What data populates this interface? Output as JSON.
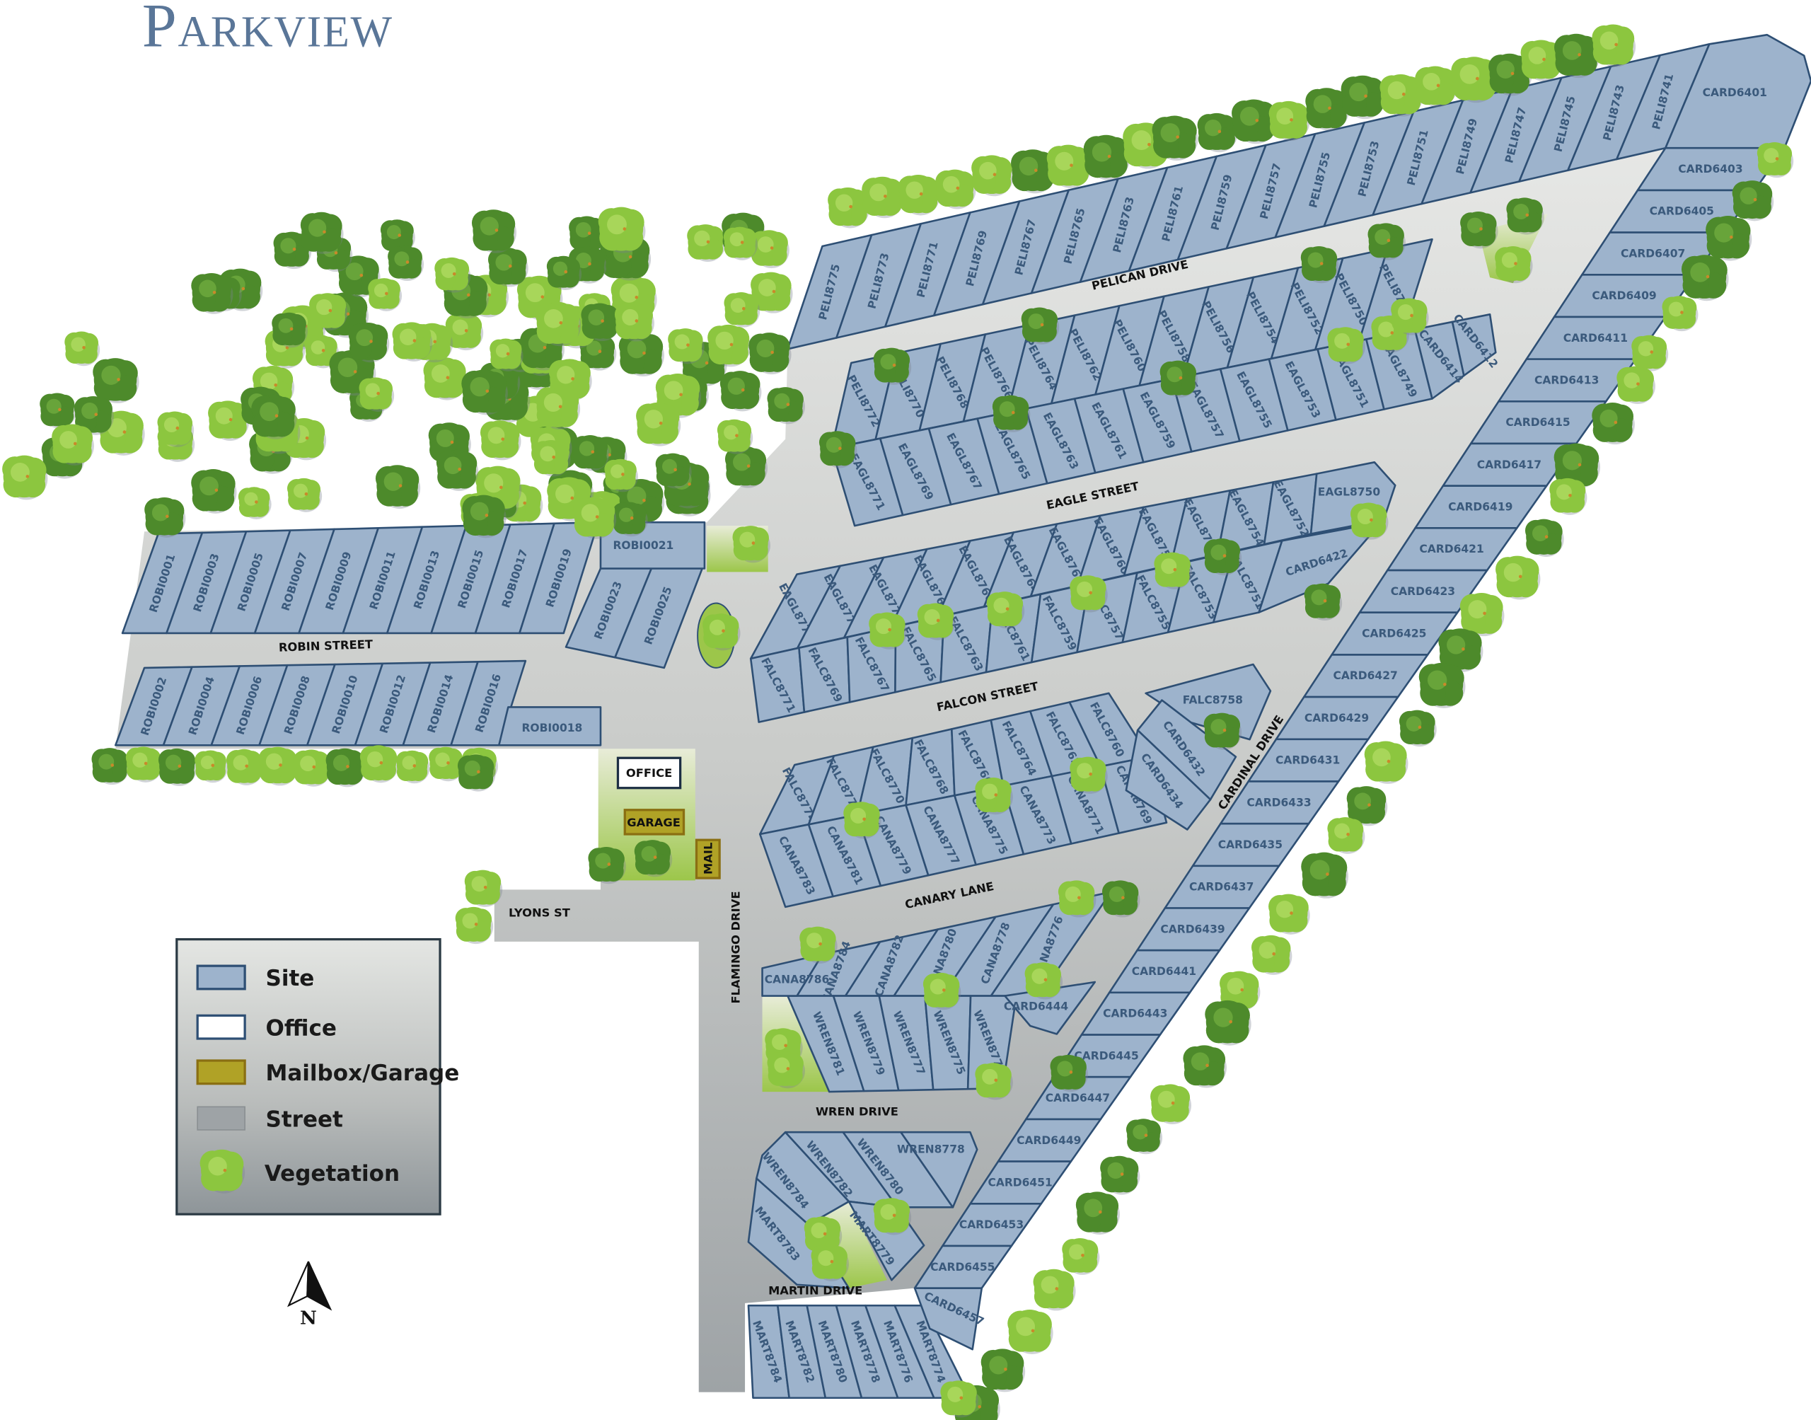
{
  "title": "Parkview",
  "colors": {
    "site": "#9db3cc",
    "site_outline": "#2e4f74",
    "office": "#ffffff",
    "mailbox_garage": "#b0a226",
    "street": "#c8cac8",
    "vegetation_light": "#8cc63f",
    "vegetation_dark": "#4d8a2b",
    "title": "#5a7698"
  },
  "legend": {
    "items": [
      {
        "label": "Site",
        "icon": "site-swatch",
        "color": "#9db3cc"
      },
      {
        "label": "Office",
        "icon": "office-swatch",
        "color": "#ffffff"
      },
      {
        "label": "Mailbox/Garage",
        "icon": "mailbox-garage-swatch",
        "color": "#b0a226"
      },
      {
        "label": "Street",
        "icon": "street-swatch",
        "color": "#9ea3a6"
      },
      {
        "label": "Vegetation",
        "icon": "tree-icon",
        "color": "#8cc63f"
      }
    ]
  },
  "compass": {
    "label": "N",
    "icon": "north-arrow-icon"
  },
  "streets": {
    "pelican": "PELICAN DRIVE",
    "eagle": "EAGLE STREET",
    "falcon": "FALCON STREET",
    "canary": "CANARY LANE",
    "robin": "ROBIN STREET",
    "lyons": "LYONS ST",
    "flamingo": "FLAMINGO DRIVE",
    "cardinal": "CARDINAL DRIVE",
    "wren": "WREN DRIVE",
    "martin": "MARTIN DRIVE"
  },
  "facilities": {
    "office": "OFFICE",
    "garage": "GARAGE",
    "mail": "MAIL"
  },
  "rows": {
    "peli_n": [
      "PELI8775",
      "PELI8773",
      "PELI8771",
      "PELI8769",
      "PELI8767",
      "PELI8765",
      "PELI8763",
      "PELI8761",
      "PELI8759",
      "PELI8757",
      "PELI8755",
      "PELI8753",
      "PELI8751",
      "PELI8749",
      "PELI8747",
      "PELI8745",
      "PELI8743",
      "PELI8741"
    ],
    "peli_s": [
      "PELI8772",
      "PELI8770",
      "PELI8768",
      "PELI8766",
      "PELI8764",
      "PELI8762",
      "PELI8760",
      "PELI8758",
      "PELI8756",
      "PELI8754",
      "PELI8752",
      "PELI8750",
      "PELI8748"
    ],
    "eagl_n": [
      "EAGL8771",
      "EAGL8769",
      "EAGL8767",
      "EAGL8765",
      "EAGL8763",
      "EAGL8761",
      "EAGL8759",
      "EAGL8757",
      "EAGL8755",
      "EAGL8753",
      "EAGL8751",
      "EAGL8749"
    ],
    "card_sm": [
      "CARD6414",
      "CARD6412"
    ],
    "eagl_s": [
      "EAGL8774",
      "EAGL8772",
      "EAGL8770",
      "EAGL8768",
      "EAGL8766",
      "EAGL8764",
      "EAGL8762",
      "EAGL8760",
      "EAGL8758",
      "EAGL8756",
      "EAGL8754",
      "EAGL8752"
    ],
    "falc_n": [
      "FALC8771",
      "FALC8769",
      "FALC8767",
      "FALC8765",
      "FALC8763",
      "FALC8761",
      "FALC8759",
      "FALC8757",
      "FALC8755",
      "FALC8753",
      "FALC8751"
    ],
    "falc_s": [
      "FALC8774",
      "FALC8772",
      "FALC8770",
      "FALC8768",
      "FALC8766",
      "FALC8764",
      "FALC8762",
      "FALC8760"
    ],
    "cana_n": [
      "CANA8783",
      "CANA8781",
      "CANA8779",
      "CANA8777",
      "CANA8775",
      "CANA8773",
      "CANA8771",
      "CANA8769"
    ],
    "cana_s": [
      "CANA8784",
      "CANA8782",
      "CANA8780",
      "CANA8778",
      "CANA8776"
    ],
    "wren_n": [
      "WREN8781",
      "WREN8779",
      "WREN8777",
      "WREN8775",
      "WREN8773"
    ],
    "mart_s": [
      "MART8784",
      "MART8782",
      "MART8780",
      "MART8778",
      "MART8776",
      "MART8774"
    ],
    "robi_n": [
      "ROBI0001",
      "ROBI0003",
      "ROBI0005",
      "ROBI0007",
      "ROBI0009",
      "ROBI0011",
      "ROBI0013",
      "ROBI0015",
      "ROBI0017",
      "ROBI0019"
    ],
    "robi_23": [
      "ROBI0023",
      "ROBI0025"
    ],
    "robi_s": [
      "ROBI0002",
      "ROBI0004",
      "ROBI0006",
      "ROBI0008",
      "ROBI0010",
      "ROBI0012",
      "ROBI0014",
      "ROBI0016"
    ],
    "card": [
      "CARD6403",
      "CARD6405",
      "CARD6407",
      "CARD6409",
      "CARD6411",
      "CARD6413",
      "CARD6415",
      "CARD6417",
      "CARD6419",
      "CARD6421",
      "CARD6423",
      "CARD6425",
      "CARD6427",
      "CARD6429",
      "CARD6431",
      "CARD6433",
      "CARD6435",
      "CARD6437",
      "CARD6439",
      "CARD6441",
      "CARD6443",
      "CARD6445",
      "CARD6447",
      "CARD6449",
      "CARD6451",
      "CARD6453",
      "CARD6455"
    ]
  },
  "singles": {
    "card6401": "CARD6401",
    "card6457": "CARD6457",
    "eagl8750": "EAGL8750",
    "card6422": "CARD6422",
    "falc8758": "FALC8758",
    "card6432": "CARD6432",
    "card6434": "CARD6434",
    "cana8786": "CANA8786",
    "card6444": "CARD6444",
    "wren8784": "WREN8784",
    "wren8782": "WREN8782",
    "wren8780": "WREN8780",
    "wren8778": "WREN8778",
    "mart8783": "MART8783",
    "mart8779": "MART8779",
    "robi0021": "ROBI0021",
    "robi0018": "ROBI0018"
  }
}
